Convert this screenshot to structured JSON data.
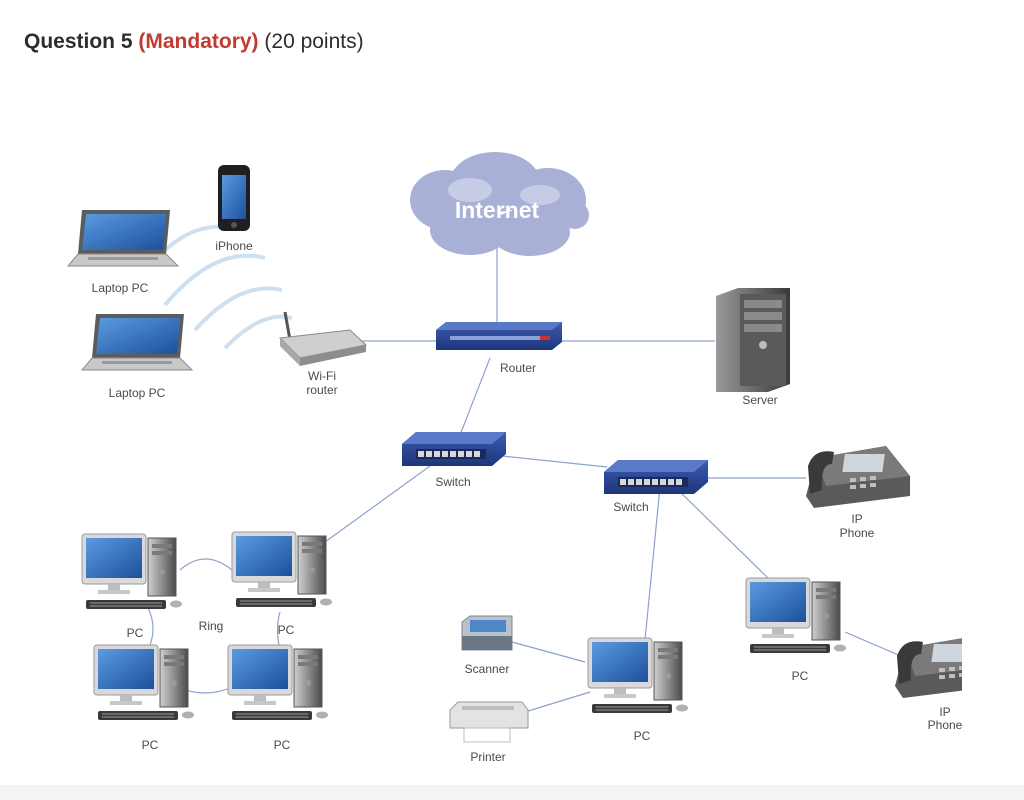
{
  "question": {
    "prefix": "Question 5",
    "mandatory": "(Mandatory)",
    "points": "(20 points)"
  },
  "diagram": {
    "internet": "Internet",
    "iphone": "iPhone",
    "laptop_top": "Laptop PC",
    "laptop_bottom": "Laptop PC",
    "wifi_line1": "Wi-Fi",
    "wifi_line2": "router",
    "router": "Router",
    "server": "Server",
    "switch_left": "Switch",
    "switch_right": "Switch",
    "ip_phone1_line1": "IP",
    "ip_phone1_line2": "Phone",
    "ip_phone2_line1": "IP",
    "ip_phone2_line2": "Phone",
    "ring": "Ring",
    "pc_ring_tl": "PC",
    "pc_ring_tr": "PC",
    "pc_ring_bl": "PC",
    "pc_ring_br": "PC",
    "scanner": "Scanner",
    "printer": "Printer",
    "pc_center": "PC",
    "pc_right": "PC"
  },
  "colors": {
    "accent_red": "#c23b32",
    "device_blue": "#2b4a9a",
    "cloud": "#a9b0d6",
    "link": "#8ea2cf"
  }
}
